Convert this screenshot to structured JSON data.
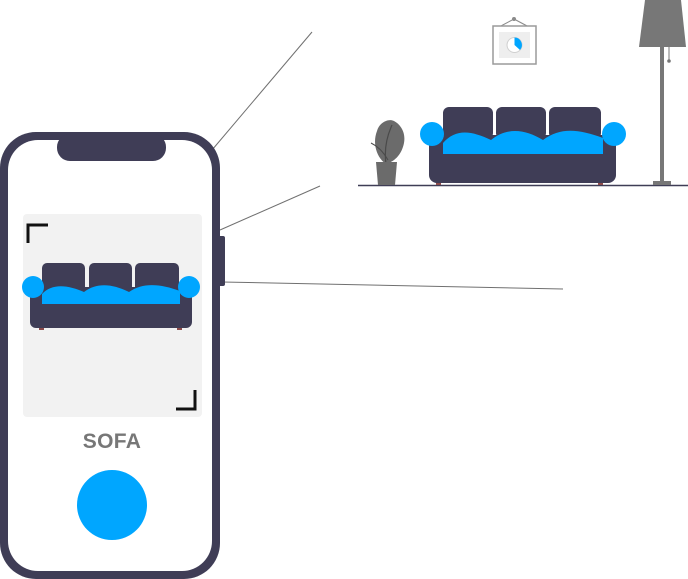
{
  "colors": {
    "frame": "#3F3D56",
    "accent": "#00A6FF",
    "screen_panel": "#F2F2F2",
    "line": "#707070",
    "lamp_shade": "#777777",
    "plant": "#6B6B6B",
    "sofa_legs": "#8B4A4A",
    "label": "#777777"
  },
  "phone": {
    "detected_label": "SOFA",
    "shutter_icon": "capture-circle"
  },
  "room": {
    "items": [
      "sofa",
      "floor-lamp",
      "potted-plant",
      "wall-picture"
    ]
  }
}
